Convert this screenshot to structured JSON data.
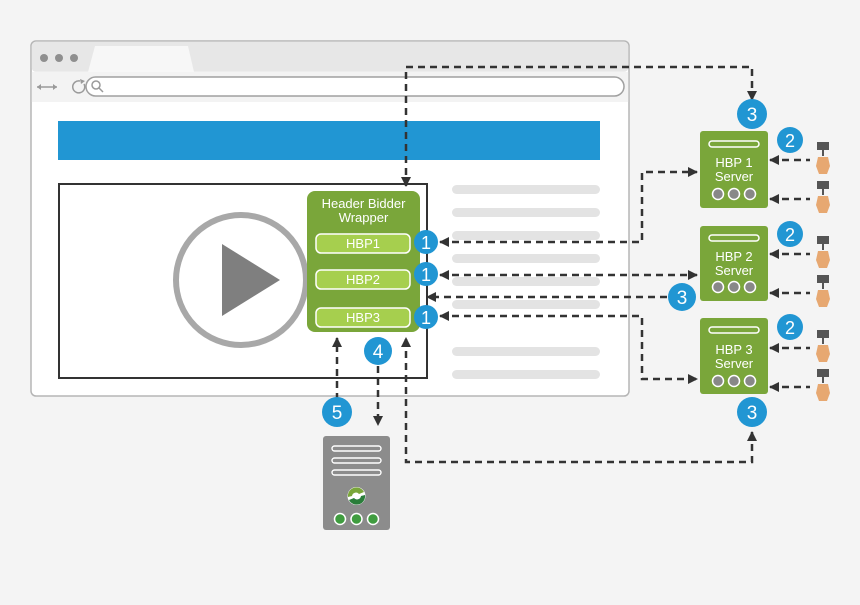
{
  "wrapper": {
    "title_line1": "Header Bidder",
    "title_line2": "Wrapper",
    "slots": [
      "HBP1",
      "HBP2",
      "HBP3"
    ]
  },
  "servers": [
    {
      "line1": "HBP 1",
      "line2": "Server"
    },
    {
      "line1": "HBP 2",
      "line2": "Server"
    },
    {
      "line1": "HBP 3",
      "line2": "Server"
    }
  ],
  "steps": {
    "one": "1",
    "two": "2",
    "three": "3",
    "four": "4",
    "five": "5"
  },
  "colors": {
    "green": "#7aa63a",
    "light_green": "#a6cf4e",
    "blue": "#2196d3",
    "gray": "#8c8c8c",
    "dark": "#333333"
  },
  "icons": {
    "video": "play-icon",
    "ad_server": "ad-server-logo-icon",
    "bidders": "hand-icon"
  }
}
